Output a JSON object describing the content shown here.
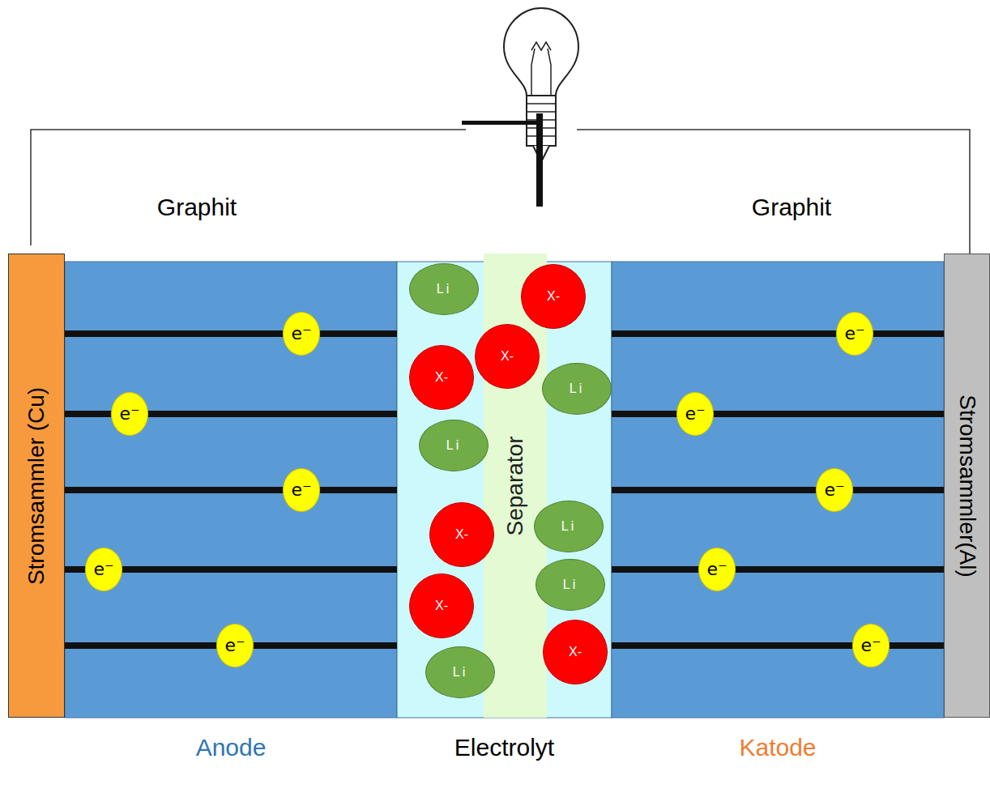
{
  "diagram": {
    "nodes": [
      {
        "text": [
          "Stromsammler (Cu)"
        ]
      },
      {
        "text": [
          "Anode"
        ]
      },
      {
        "text": [
          "e⁻"
        ],
        "in": 1
      },
      {
        "text": [
          "e⁻"
        ],
        "in": 1
      },
      {
        "text": [
          "e⁻"
        ],
        "in": 1
      },
      {
        "text": [
          "e⁻"
        ],
        "in": 1
      },
      {
        "text": [
          "e⁻"
        ],
        "in": 1
      },
      {
        "text": [
          "Electrolyt"
        ]
      },
      {
        "text": [
          "Separator"
        ],
        "in": 7
      },
      {
        "text": [
          "Li"
        ],
        "in": 7
      },
      {
        "text": [
          "X-"
        ],
        "in": 7
      },
      {
        "text": [
          "X-"
        ],
        "in": 7
      },
      {
        "text": [
          "X-"
        ],
        "in": 7
      },
      {
        "text": [
          "Li"
        ],
        "in": 7
      },
      {
        "text": [
          "Li"
        ],
        "in": 7
      },
      {
        "text": [
          "Li"
        ],
        "in": 7
      },
      {
        "text": [
          "X-"
        ],
        "in": 7
      },
      {
        "text": [
          "Li"
        ],
        "in": 7
      },
      {
        "text": [
          "X-"
        ],
        "in": 7
      },
      {
        "text": [
          "X-"
        ],
        "in": 7
      },
      {
        "text": [
          "Li"
        ],
        "in": 7
      },
      {
        "text": [
          "Katode"
        ]
      },
      {
        "text": [
          "e⁻"
        ],
        "in": 21
      },
      {
        "text": [
          "e⁻"
        ],
        "in": 21
      },
      {
        "text": [
          "e⁻"
        ],
        "in": 21
      },
      {
        "text": [
          "e⁻"
        ],
        "in": 21
      },
      {
        "text": [
          "e⁻"
        ],
        "in": 21
      },
      {
        "text": [
          "Stromsammler(Al)"
        ]
      }
    ],
    "labels": [
      "Graphit",
      "Graphit"
    ]
  }
}
